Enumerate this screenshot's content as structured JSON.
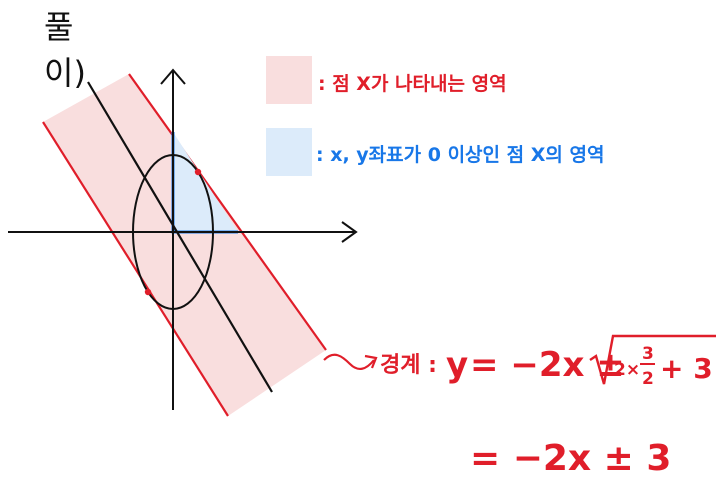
{
  "title": {
    "line1": "풀",
    "line2": "이)"
  },
  "legend": {
    "red_label": ": 점 X가 나타내는 영역",
    "blue_label": ": x, y좌표가 0 이상인 점 X의 영역",
    "red_fill": "#f9dede",
    "blue_fill": "#dcebfa"
  },
  "equation": {
    "prefix": "경계 :",
    "lhs": "y",
    "rhs_main": "= −2x ±",
    "sqrt_part1": "2×",
    "frac_num": "3",
    "frac_den": "2",
    "sqrt_part2": "+ 3",
    "line2": "= −2x ± 3"
  },
  "colors": {
    "red": "#e01e2a",
    "blue": "#1877e8",
    "ink": "#111111"
  }
}
